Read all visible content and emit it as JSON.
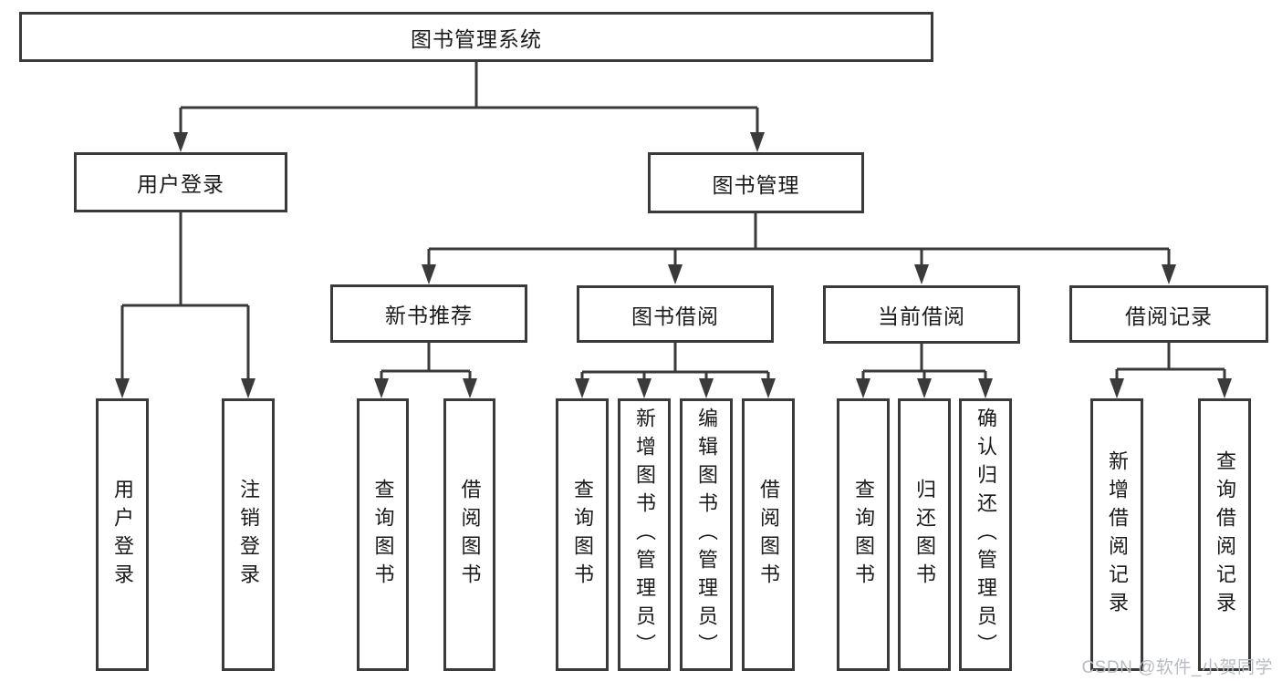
{
  "colors": {
    "line": "#3a3a3a",
    "text": "#1a1a1a",
    "background": "#ffffff",
    "watermark": "#b7bcc2"
  },
  "watermark": {
    "text": "CSDN @软件_小贺同学"
  },
  "tree": {
    "root": {
      "label": "图书管理系统"
    },
    "children": [
      {
        "label": "用户登录",
        "children": [
          {
            "label": "用户登录"
          },
          {
            "label": "注销登录"
          }
        ]
      },
      {
        "label": "图书管理",
        "children": [
          {
            "label": "新书推荐",
            "children": [
              {
                "label": "查询图书"
              },
              {
                "label": "借阅图书"
              }
            ]
          },
          {
            "label": "图书借阅",
            "children": [
              {
                "label": "查询图书"
              },
              {
                "label": "新增图书（管理员）"
              },
              {
                "label": "编辑图书（管理员）"
              },
              {
                "label": "借阅图书"
              }
            ]
          },
          {
            "label": "当前借阅",
            "children": [
              {
                "label": "查询图书"
              },
              {
                "label": "归还图书"
              },
              {
                "label": "确认归还（管理员）"
              }
            ]
          },
          {
            "label": "借阅记录",
            "children": [
              {
                "label": "新增借阅记录"
              },
              {
                "label": "查询借阅记录"
              }
            ]
          }
        ]
      }
    ]
  }
}
